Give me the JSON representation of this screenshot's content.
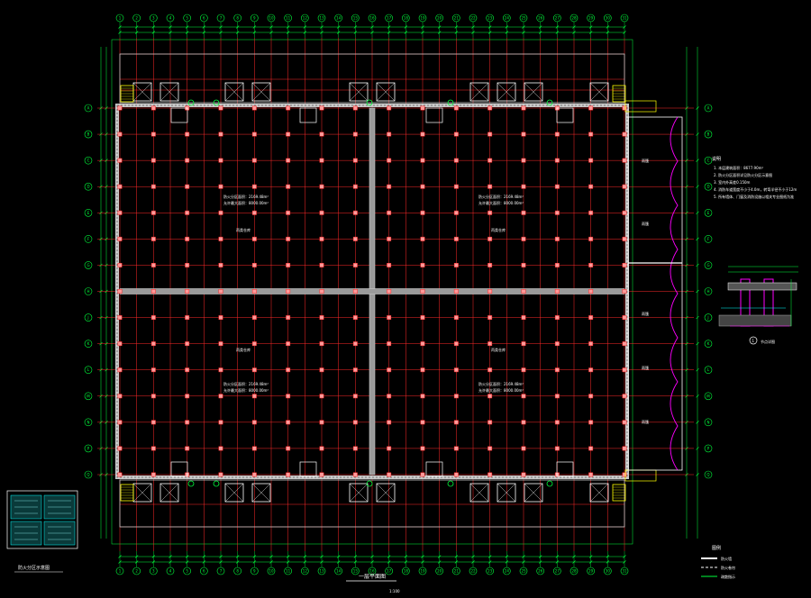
{
  "drawing": {
    "title": "一层平面图",
    "scale_label": "1:100",
    "key_plan_label": "防火分区示意图"
  },
  "notes": {
    "heading": "说明",
    "lines": [
      "1. 本层建筑面积：8677.90m²",
      "2. 防火分区面积详见防火分区示意图",
      "3. 室内外高差0.150m",
      "4. 消防车道宽度不小于4.0m，转弯半径不小于12m",
      "5. 所有墙体、门窗及消防设施以相关专业图纸为准"
    ]
  },
  "rooms": {
    "zone_labels": [
      {
        "area": "防火分区面积：2169.48m²",
        "allow": "允许最大面积：8000.00m²",
        "use": "丙类仓库"
      },
      {
        "area": "防火分区面积：2169.48m²",
        "allow": "允许最大面积：8000.00m²",
        "use": "丙类仓库"
      },
      {
        "area": "防火分区面积：2169.48m²",
        "allow": "允许最大面积：8000.00m²",
        "use": "丙类仓库"
      },
      {
        "area": "防火分区面积：2169.48m²",
        "allow": "允许最大面积：8000.00m²",
        "use": "丙类仓库"
      }
    ],
    "canopy_label": "雨篷"
  },
  "axes": {
    "columns": [
      "1",
      "2",
      "3",
      "4",
      "5",
      "6",
      "7",
      "8",
      "9",
      "10",
      "11",
      "12",
      "13",
      "14",
      "15",
      "16",
      "17",
      "18",
      "19",
      "20",
      "21",
      "22",
      "23",
      "24",
      "25",
      "26",
      "27",
      "28",
      "29",
      "30",
      "31"
    ],
    "rows": [
      "A",
      "B",
      "C",
      "D",
      "E",
      "F",
      "G",
      "H",
      "J",
      "K",
      "L",
      "M",
      "N",
      "P",
      "Q"
    ]
  },
  "detail": {
    "callout": "1",
    "label": "节点详图"
  },
  "legend": {
    "heading": "图例",
    "items": [
      "防火墙",
      "防火卷帘",
      "疏散指示"
    ]
  },
  "colors": {
    "background": "#000000",
    "grid": "#ff2a2a",
    "dimension": "#00ff3c",
    "wall": "#c8c8c8",
    "stair": "#ffff00",
    "text": "#ffffff",
    "accent": "#ff00ff",
    "cyan": "#00ffff"
  }
}
